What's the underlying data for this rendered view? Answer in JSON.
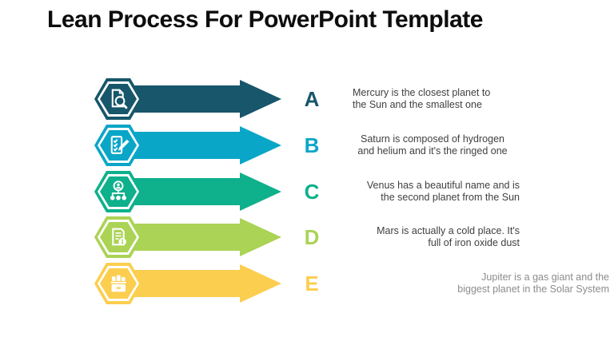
{
  "title": "Lean Process For PowerPoint Template",
  "steps": [
    {
      "letter": "A",
      "color": "#17566B",
      "icon": "document-search-icon",
      "desc_lines": [
        "Mercury is the closest planet to",
        "the Sun and the smallest one"
      ]
    },
    {
      "letter": "B",
      "color": "#0AA6C8",
      "icon": "checklist-pencil-icon",
      "desc_lines": [
        "Saturn is composed of hydrogen",
        "and helium and it's the ringed one"
      ]
    },
    {
      "letter": "C",
      "color": "#0FB08C",
      "icon": "hierarchy-icon",
      "desc_lines": [
        "Venus has a beautiful name and is",
        "the second planet from the Sun"
      ]
    },
    {
      "letter": "D",
      "color": "#ABD355",
      "icon": "report-info-icon",
      "desc_lines": [
        "Mars is actually a cold place. It's",
        "full of iron oxide dust"
      ]
    },
    {
      "letter": "E",
      "color": "#FCCE4F",
      "icon": "archive-drawer-icon",
      "desc_lines": [
        "Jupiter is a gas giant and the",
        "biggest planet in the Solar System"
      ]
    }
  ],
  "text_colors": {
    "body": "#404040",
    "muted": "#8C8C8C",
    "title": "#0D0D0D"
  }
}
